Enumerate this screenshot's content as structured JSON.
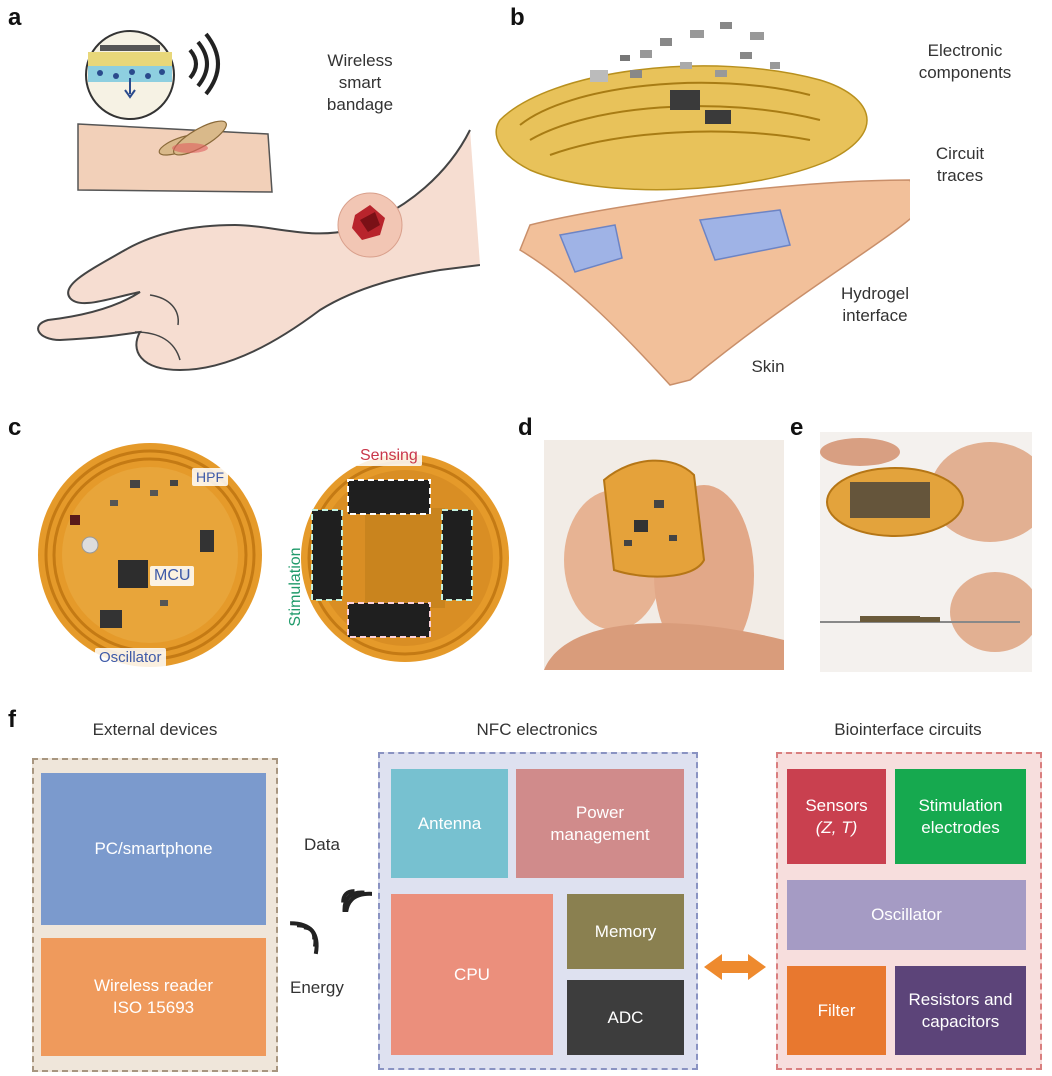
{
  "panels": {
    "a": {
      "label": "a",
      "caption_line1": "Wireless",
      "caption_line2": "smart",
      "caption_line3": "bandage"
    },
    "b": {
      "label": "b",
      "electronic_line1": "Electronic",
      "electronic_line2": "components",
      "circuit_line1": "Circuit",
      "circuit_line2": "traces",
      "hydrogel_line1": "Hydrogel",
      "hydrogel_line2": "interface",
      "skin": "Skin"
    },
    "c": {
      "label": "c",
      "hpf": "HPF",
      "mcu": "MCU",
      "oscillator": "Oscillator",
      "sensing": "Sensing",
      "stimulation": "Stimulation"
    },
    "d": {
      "label": "d"
    },
    "e": {
      "label": "e"
    },
    "f": {
      "label": "f",
      "external_title": "External devices",
      "nfc_title": "NFC electronics",
      "bio_title": "Biointerface circuits",
      "pc": "PC/smartphone",
      "reader_line1": "Wireless reader",
      "reader_line2": "ISO 15693",
      "data": "Data",
      "energy": "Energy",
      "antenna": "Antenna",
      "power_line1": "Power",
      "power_line2": "management",
      "cpu": "CPU",
      "memory": "Memory",
      "adc": "ADC",
      "sensors_line1": "Sensors",
      "sensors_line2": "(Z, T)",
      "stim_line1": "Stimulation",
      "stim_line2": "electrodes",
      "oscillator": "Oscillator",
      "filter": "Filter",
      "res_line1": "Resistors and",
      "res_line2": "capacitors"
    }
  },
  "colors": {
    "pc": "#7b9acd",
    "reader": "#ef9a5c",
    "antenna": "#77c1d0",
    "power": "#d08b8b",
    "cpu": "#eb8f7c",
    "memory": "#8a8050",
    "adc": "#3d3d3d",
    "sensors": "#c9404f",
    "stim": "#16a94f",
    "oscillator": "#a59bc4",
    "filter": "#e8782f",
    "resistors": "#5c4479",
    "arrow": "#ee8a2e"
  }
}
